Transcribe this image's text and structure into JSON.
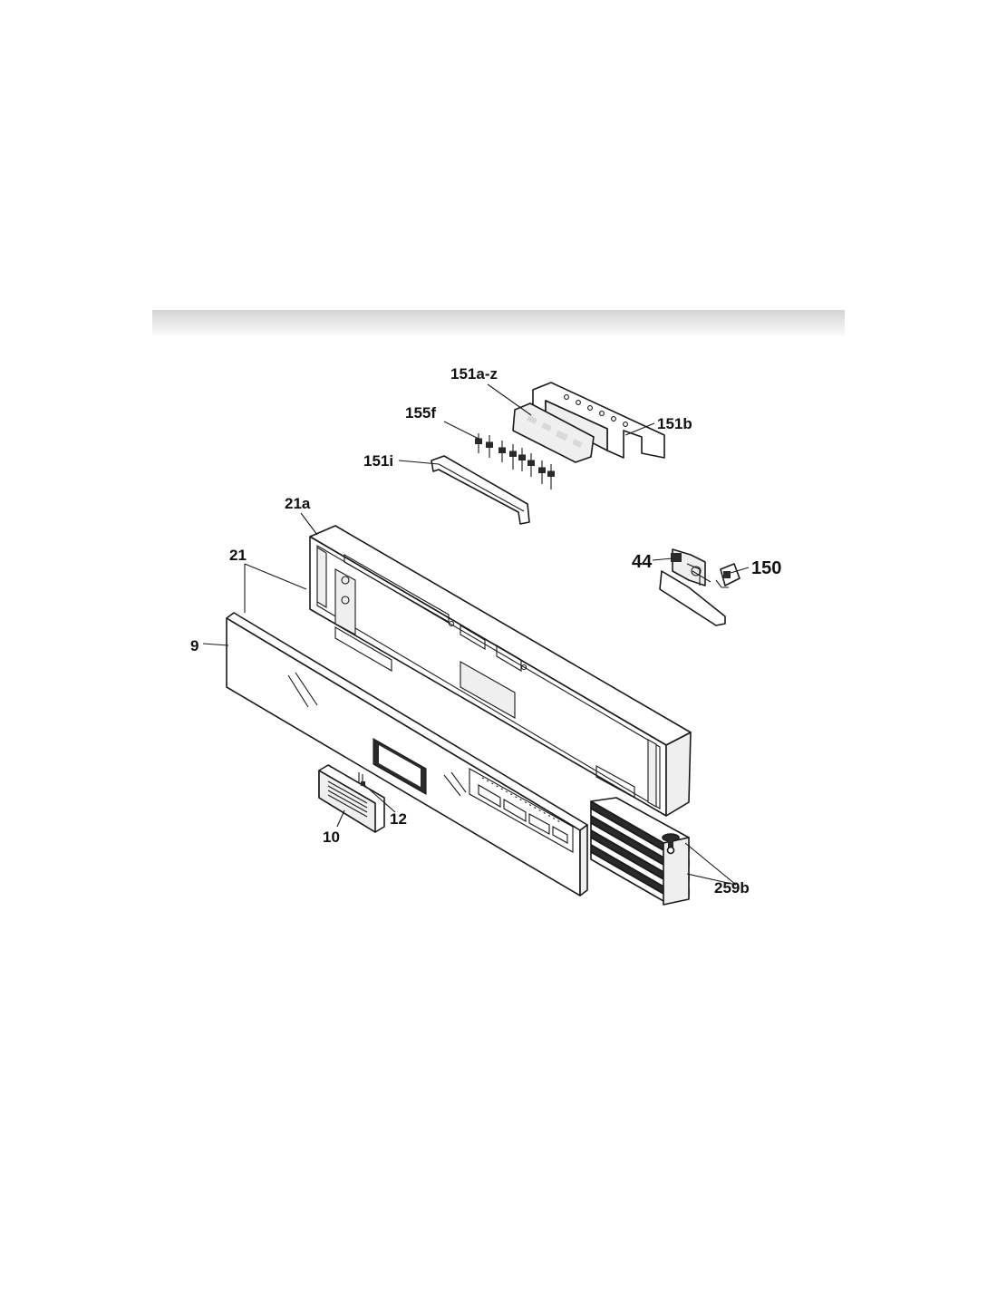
{
  "diagram": {
    "callouts": {
      "c151az": "151a-z",
      "c151b": "151b",
      "c155f": "155f",
      "c151i": "151i",
      "c21a": "21a",
      "c21": "21",
      "c9": "9",
      "c44": "44",
      "c150": "150",
      "c10": "10",
      "c12": "12",
      "c259b": "259b"
    }
  }
}
